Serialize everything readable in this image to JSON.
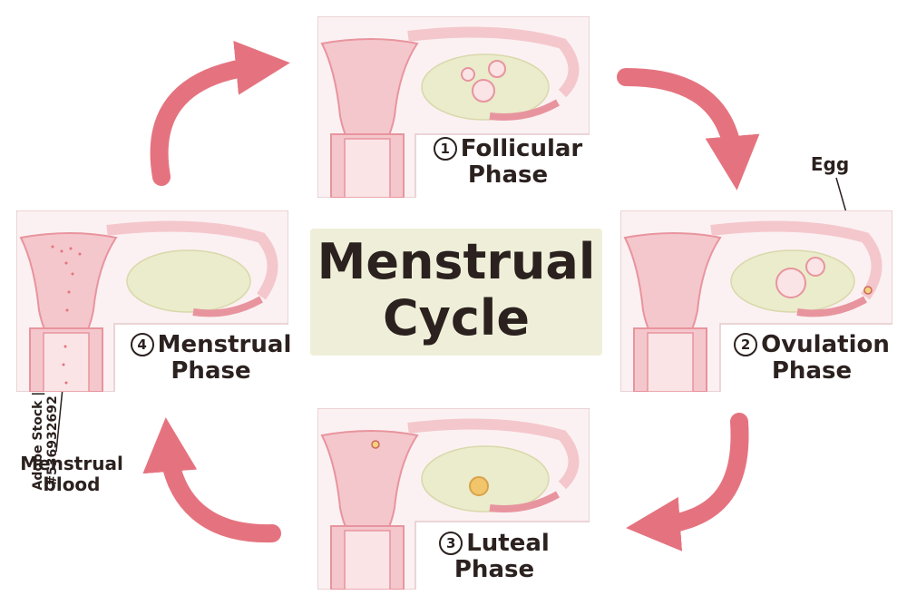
{
  "title": {
    "line1": "Menstrual",
    "line2": "Cycle"
  },
  "phases": [
    {
      "num": "1",
      "name_line1": "Follicular",
      "name_line2": "Phase"
    },
    {
      "num": "2",
      "name_line1": "Ovulation",
      "name_line2": "Phase"
    },
    {
      "num": "3",
      "name_line1": "Luteal",
      "name_line2": "Phase"
    },
    {
      "num": "4",
      "name_line1": "Menstrual",
      "name_line2": "Phase"
    }
  ],
  "callouts": {
    "egg": "Egg",
    "blood_line1": "Menstrual",
    "blood_line2": "blood"
  },
  "watermark": "Adobe Stock | #536932692",
  "colors": {
    "arrow": "#e5737f",
    "tissue": "#f4c7cc",
    "tissue_dark": "#e8949e",
    "ovary": "#eaeccb",
    "panel_bg": "#fbf1f2",
    "title_bg": "#efefd9"
  },
  "icons": [
    "cycle-arrow-icon",
    "uterus-illustration",
    "ovary-illustration",
    "follicle-icon",
    "egg-icon",
    "corpus-luteum-icon"
  ]
}
